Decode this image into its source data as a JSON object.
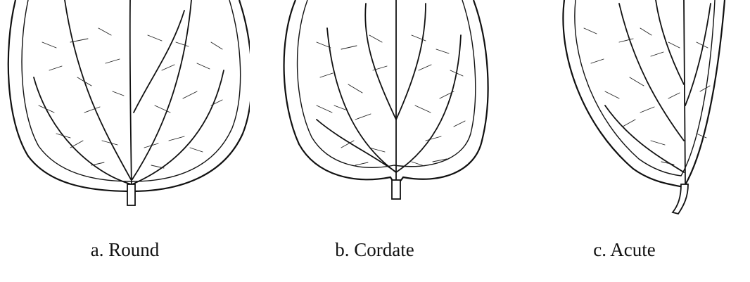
{
  "figures": [
    {
      "id": "a",
      "caption": "a. Round"
    },
    {
      "id": "b",
      "caption": "b. Cordate"
    },
    {
      "id": "c",
      "caption": "c. Acute"
    }
  ]
}
